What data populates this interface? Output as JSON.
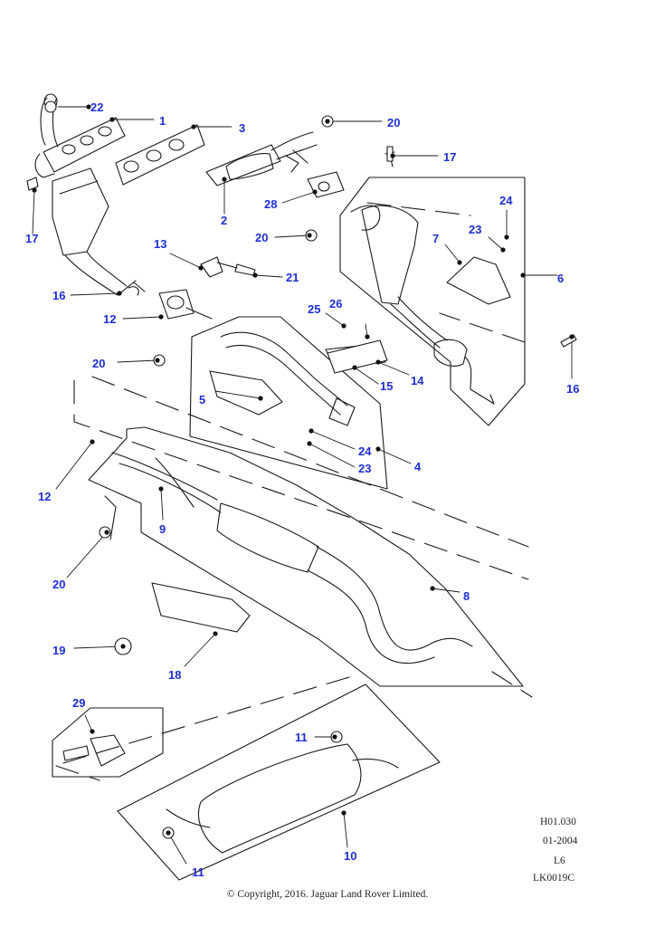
{
  "diagram": {
    "callouts": [
      {
        "id": "c22",
        "text": "22"
      },
      {
        "id": "c1",
        "text": "1"
      },
      {
        "id": "c3",
        "text": "3"
      },
      {
        "id": "c20a",
        "text": "20"
      },
      {
        "id": "c17a",
        "text": "17"
      },
      {
        "id": "c17b",
        "text": "17"
      },
      {
        "id": "c2",
        "text": "2"
      },
      {
        "id": "c28",
        "text": "28"
      },
      {
        "id": "c24a",
        "text": "24"
      },
      {
        "id": "c23a",
        "text": "23"
      },
      {
        "id": "c20b",
        "text": "20"
      },
      {
        "id": "c7",
        "text": "7"
      },
      {
        "id": "c6",
        "text": "6"
      },
      {
        "id": "c13",
        "text": "13"
      },
      {
        "id": "c21",
        "text": "21"
      },
      {
        "id": "c16a",
        "text": "16"
      },
      {
        "id": "c12a",
        "text": "12"
      },
      {
        "id": "c25",
        "text": "25"
      },
      {
        "id": "c26",
        "text": "26"
      },
      {
        "id": "c20c",
        "text": "20"
      },
      {
        "id": "c14",
        "text": "14"
      },
      {
        "id": "c15",
        "text": "15"
      },
      {
        "id": "c16b",
        "text": "16"
      },
      {
        "id": "c5",
        "text": "5"
      },
      {
        "id": "c24b",
        "text": "24"
      },
      {
        "id": "c23b",
        "text": "23"
      },
      {
        "id": "c4",
        "text": "4"
      },
      {
        "id": "c12b",
        "text": "12"
      },
      {
        "id": "c9",
        "text": "9"
      },
      {
        "id": "c20d",
        "text": "20"
      },
      {
        "id": "c8",
        "text": "8"
      },
      {
        "id": "c19",
        "text": "19"
      },
      {
        "id": "c18",
        "text": "18"
      },
      {
        "id": "c29",
        "text": "29"
      },
      {
        "id": "c11a",
        "text": "11"
      },
      {
        "id": "c10",
        "text": "10"
      },
      {
        "id": "c11b",
        "text": "11"
      }
    ]
  },
  "reference": {
    "code": "H01.030",
    "date": "01-2004",
    "model": "L6",
    "illustration": "LK0019C"
  },
  "copyright": "© Copyright, 2016. Jaguar Land Rover Limited.",
  "colors": {
    "callout": "#1d2fd6",
    "line": "#1a1a1a",
    "background": "#ffffff"
  }
}
